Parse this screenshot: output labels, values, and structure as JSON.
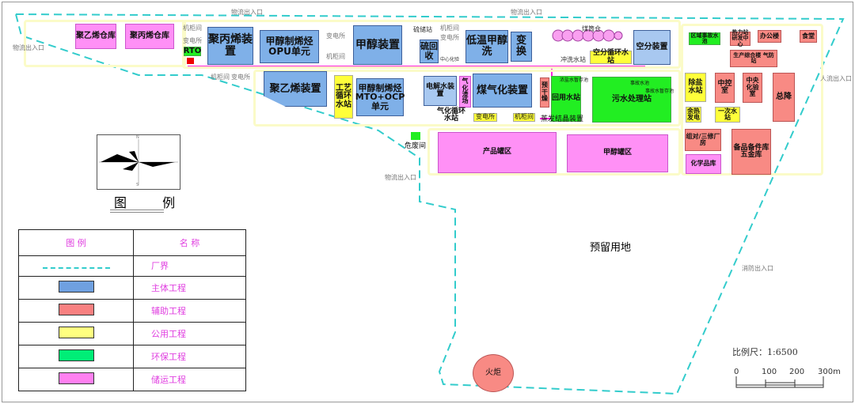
{
  "buildings": {
    "pe_warehouse": "聚乙烯仓库",
    "pp_warehouse": "聚丙烯仓库",
    "pp_unit": "聚丙烯装置",
    "opu": "甲醇制烯烃OPU单元",
    "methanol": "甲醇装置",
    "sulfur": "硫回收",
    "rectisol": "低温甲醇洗",
    "shift": "变换",
    "asu": "空分装置",
    "asu_water": "空分循环水站",
    "flush_water": "冲洗水站",
    "coal_silo": "煤筒仓",
    "accident_pool_area": "区域事故水池",
    "heat_rd": "热力站 研发中心",
    "office": "办公楼",
    "canteen": "食堂",
    "prod_bldg": "生产综合楼 气防站",
    "pe_unit": "聚乙烯装置",
    "process_water": "工艺循环水站",
    "mto": "甲醇制烯烃MTO+OCP单元",
    "electrolysis": "电解水装置",
    "slag": "气化渣场",
    "gasification": "煤气化装置",
    "gas_water": "气化循环水站",
    "predry": "预干燥",
    "brine": "浓盐水暂存池",
    "reuse": "回用水站",
    "evap": "蒸发结晶装置",
    "sewage": "污水处理站",
    "accident_pool": "事故水池",
    "accident_store": "事故水暂存池",
    "desalt": "除盐水站",
    "control": "中控室",
    "lab": "中央化验室",
    "substation_main": "总降",
    "waste_heat": "余热发电",
    "primary_water": "一次水站",
    "hazwaste": "危废间",
    "product_tank": "产品罐区",
    "methanol_tank": "甲醇罐区",
    "repair": "组对/三修厂房",
    "chem_store": "化学品库",
    "spare": "备品备件库 五金库",
    "reserved": "预留用地",
    "flare": "火炬",
    "rto": "RTO",
    "sulfur_store": "硫储站",
    "center_lab": "中心化验"
  },
  "small_labels": {
    "cabinet": "机柜间",
    "substation": "变电所"
  },
  "gates": {
    "logistics": "物流出入口",
    "people": "人流出入口",
    "fire": "消防出入口"
  },
  "legend": {
    "title": "图 例",
    "head_symbol": "图 例",
    "head_name": "名 称",
    "rows": [
      {
        "name": "厂界",
        "color": "#33cccc"
      },
      {
        "name": "主体工程",
        "color": "#6fa0e0"
      },
      {
        "name": "辅助工程",
        "color": "#f88080"
      },
      {
        "name": "公用工程",
        "color": "#ffff80"
      },
      {
        "name": "环保工程",
        "color": "#00ee77"
      },
      {
        "name": "储运工程",
        "color": "#ff80f0"
      }
    ]
  },
  "scale": {
    "label": "比例尺：1:6500",
    "ticks": [
      "0",
      "100",
      "200",
      "300m"
    ]
  },
  "compass": {
    "n": "N",
    "s": "S"
  }
}
